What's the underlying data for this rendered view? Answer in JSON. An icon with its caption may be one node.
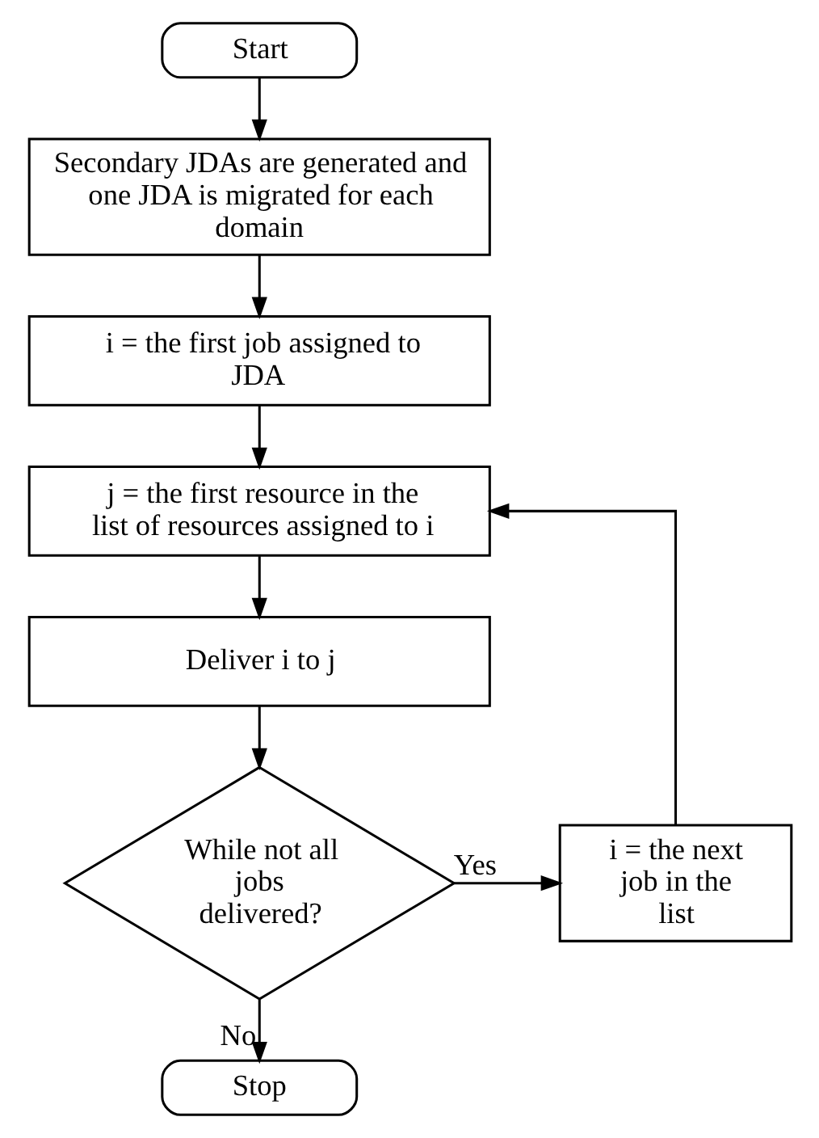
{
  "diagram": {
    "nodes": [
      {
        "text": [
          "Start"
        ]
      },
      {
        "text": [
          "Secondary JDAs are generated and one JDA is migrated for each domain"
        ]
      },
      {
        "text": [
          "i = the first job assigned to JDA"
        ]
      },
      {
        "text": [
          "j = the first resource in the list of resources assigned to i"
        ]
      },
      {
        "text": [
          "Deliver i to j"
        ]
      },
      {
        "text": [
          "While not all jobs delivered?"
        ]
      },
      {
        "text": [
          "i = the next job in the list"
        ]
      },
      {
        "text": [
          "Stop"
        ]
      }
    ],
    "edges": [
      {
        "from": 0,
        "to": 1,
        "arrow": "to"
      },
      {
        "from": 1,
        "to": 2,
        "arrow": "to"
      },
      {
        "from": 2,
        "to": 3,
        "arrow": "to"
      },
      {
        "from": 3,
        "to": 4,
        "arrow": "to"
      },
      {
        "from": 4,
        "to": 5,
        "arrow": "to"
      },
      {
        "from": 5,
        "to": 6,
        "arrow": "to",
        "label": "Yes"
      },
      {
        "from": 6,
        "to": 3,
        "arrow": "to"
      },
      {
        "from": 5,
        "to": 7,
        "arrow": "to",
        "label": "No"
      }
    ]
  }
}
